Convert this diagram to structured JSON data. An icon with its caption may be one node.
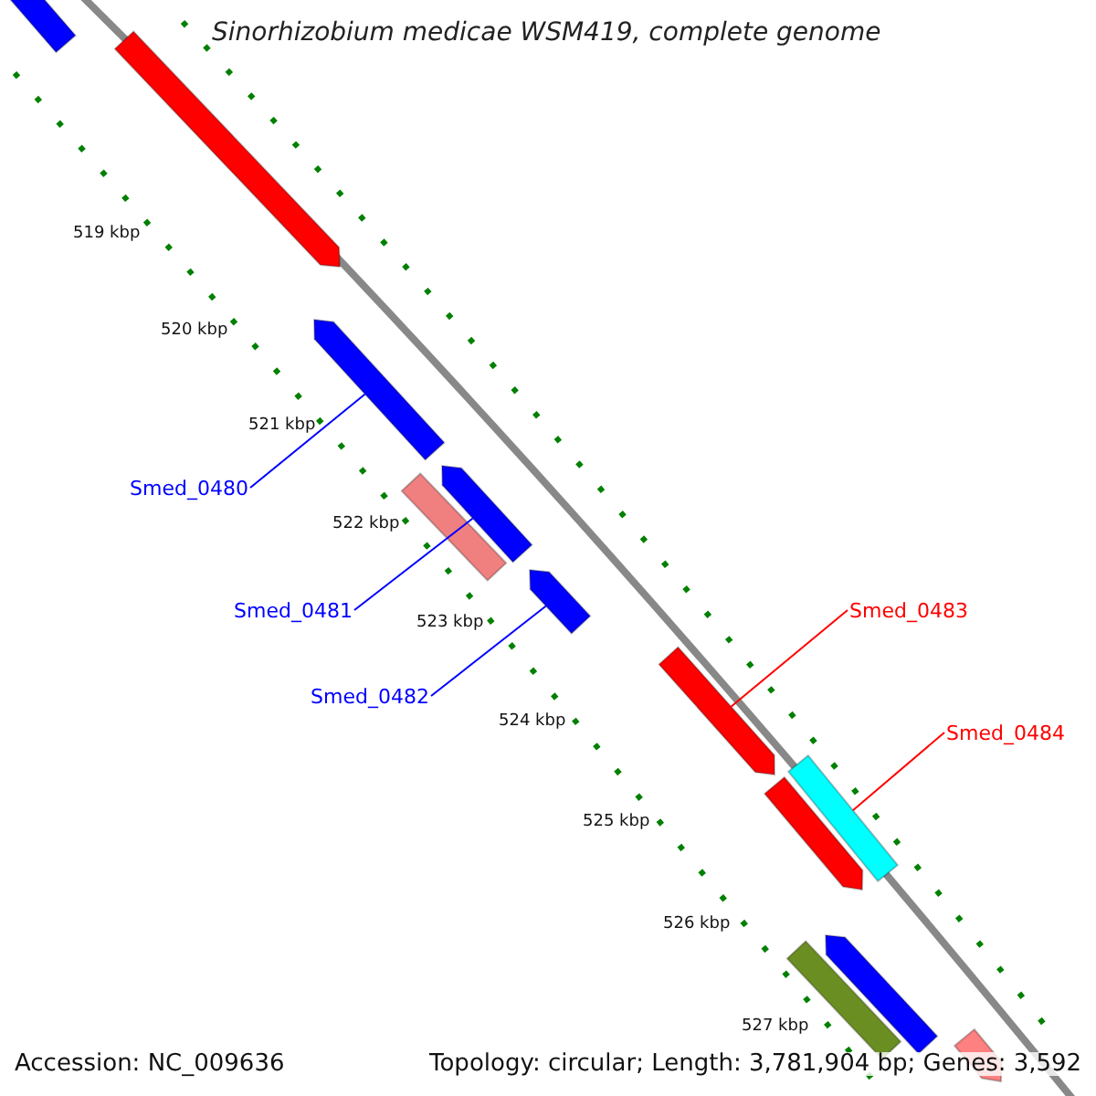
{
  "diagram": {
    "title": "Sinorhizobium medicae WSM419, complete genome",
    "nodes": [
      {
        "text": [
          "Smed_0480"
        ]
      },
      {
        "text": [
          "Smed_0481"
        ]
      },
      {
        "text": [
          "Smed_0482"
        ]
      },
      {
        "text": [
          "Smed_0483"
        ]
      },
      {
        "text": [
          "Smed_0484"
        ]
      },
      {
        "text": [],
        "shape": "bar"
      },
      {
        "text": [],
        "shape": "bar"
      },
      {
        "text": [],
        "shape": "bar"
      },
      {
        "text": [],
        "shape": "bar"
      },
      {
        "text": [],
        "shape": "bar"
      },
      {
        "text": [],
        "shape": "bar"
      },
      {
        "text": [],
        "shape": "bar"
      },
      {
        "text": [],
        "shape": "bar"
      },
      {
        "text": [],
        "shape": "bar"
      },
      {
        "text": [],
        "shape": "bar"
      },
      {
        "text": [],
        "shape": "bar"
      },
      {
        "text": [],
        "shape": "bar"
      }
    ],
    "edges": [
      {
        "from": 0,
        "to": 7,
        "arrow": "none",
        "color": "#0000ff"
      },
      {
        "from": 1,
        "to": 9,
        "arrow": "none",
        "color": "#0000ff"
      },
      {
        "from": 2,
        "to": 10,
        "arrow": "none",
        "color": "#0000ff"
      },
      {
        "from": 3,
        "to": 11,
        "arrow": "none",
        "color": "#ff0000"
      },
      {
        "from": 4,
        "to": 13,
        "arrow": "none",
        "color": "#ff0000"
      }
    ],
    "labels": [
      "519 kbp",
      "520 kbp",
      "521 kbp",
      "522 kbp",
      "523 kbp",
      "524 kbp",
      "525 kbp",
      "526 kbp",
      "527 kbp",
      "Accession: NC_009636",
      "Topology: circular; Length: 3,781,904 bp; Genes: 3,592"
    ]
  }
}
